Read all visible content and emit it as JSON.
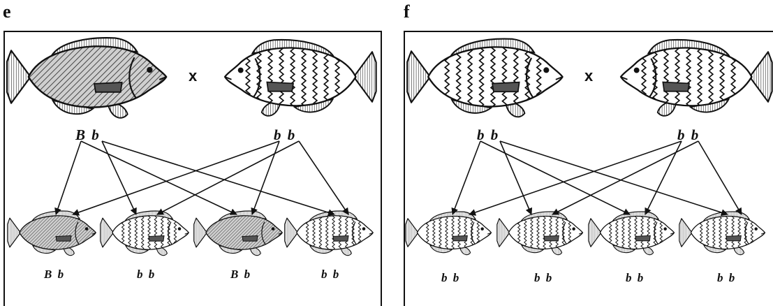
{
  "panels": [
    {
      "letter": "e",
      "cross_symbol": "x",
      "parents": [
        {
          "genotype": "B b",
          "pattern": "hatched"
        },
        {
          "genotype": "b b",
          "pattern": "wavy"
        }
      ],
      "offspring": [
        {
          "genotype": "B b",
          "pattern": "hatched"
        },
        {
          "genotype": "b b",
          "pattern": "wavy"
        },
        {
          "genotype": "B b",
          "pattern": "hatched"
        },
        {
          "genotype": "b b",
          "pattern": "wavy"
        }
      ]
    },
    {
      "letter": "f",
      "cross_symbol": "x",
      "parents": [
        {
          "genotype": "b b",
          "pattern": "wavy"
        },
        {
          "genotype": "b b",
          "pattern": "wavy"
        }
      ],
      "offspring": [
        {
          "genotype": "b b",
          "pattern": "wavy"
        },
        {
          "genotype": "b b",
          "pattern": "wavy"
        },
        {
          "genotype": "b b",
          "pattern": "wavy"
        },
        {
          "genotype": "b b",
          "pattern": "wavy"
        }
      ]
    }
  ]
}
